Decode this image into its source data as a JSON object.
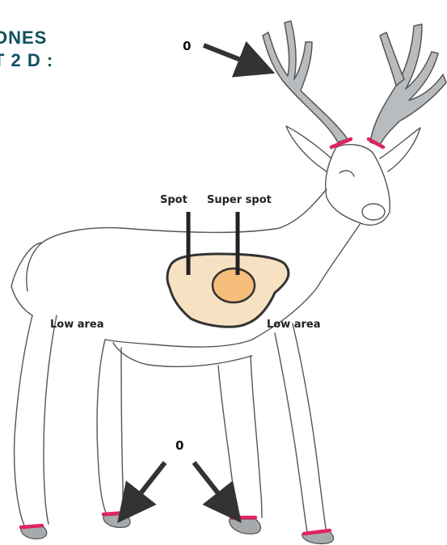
{
  "title": {
    "line1": "ONES",
    "line2": "T 2 D :"
  },
  "labels": {
    "spot": "Spot",
    "super_spot": "Super spot",
    "low_area_left": "Low area",
    "low_area_right": "Low area",
    "zero_antlers": "0",
    "zero_hooves": "0"
  },
  "colors": {
    "title": "#0f4f5f",
    "antler": "#b9bcbf",
    "spot_fill": "#f6e2c3",
    "super_spot_fill": "#f7bd7a",
    "marker_red": "#e0245e",
    "outline": "#555555",
    "arrow": "#333333"
  }
}
